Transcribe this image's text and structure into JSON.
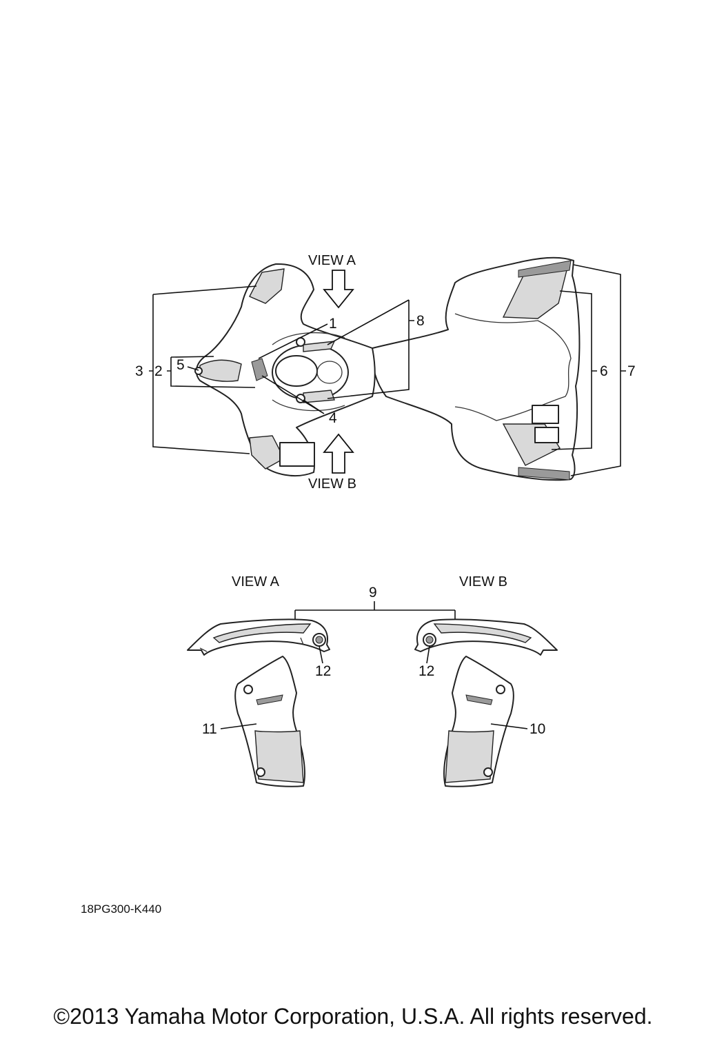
{
  "diagram_code": "18PG300-K440",
  "copyright": "©2013 Yamaha Motor Corporation, U.S.A. All rights reserved.",
  "views": {
    "view_a": "VIEW A",
    "view_b": "VIEW B"
  },
  "callouts": {
    "c1": "1",
    "c2": "2",
    "c3": "3",
    "c4": "4",
    "c5": "5",
    "c6": "6",
    "c7": "7",
    "c8": "8",
    "c9": "9",
    "c10": "10",
    "c11": "11",
    "c12_left": "12",
    "c12_right": "12"
  }
}
